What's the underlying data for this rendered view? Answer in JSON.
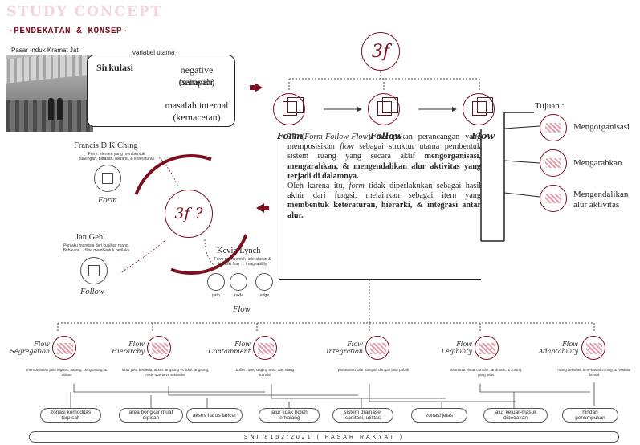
{
  "header": {
    "title": "STUDY CONCEPT",
    "subtitle": "-PENDEKATAN & KONSEP-"
  },
  "context": {
    "location_label": "Pasar Induk Kramat Jati",
    "variable_title": "variabel utama",
    "main_variable": "Sirkulasi",
    "effect_1_line1": "negative behavior",
    "effect_1_line2": "(sampah)",
    "effect_2_line1": "masalah internal",
    "effect_2_line2": "(kemacetan)"
  },
  "concept": {
    "symbol": "3f",
    "stages": [
      {
        "label": "Form"
      },
      {
        "label": "Follow"
      },
      {
        "label": "Flow"
      }
    ]
  },
  "description": {
    "p1_a": "3F (",
    "p1_b_italic": "Form-Follow-Flow",
    "p1_c": ") merupakan perancangan yang memposisikan ",
    "p1_d_italic": "flow",
    "p1_e": " sebagai struktur utama pembentuk sistem ruang yang secara aktif ",
    "p1_f_bold": "mengorganisasi, mengarahkan, & mengendalikan alur aktivitas yang terjadi di dalamnya.",
    "p2_a": "Oleh karena itu, ",
    "p2_b_italic": "form",
    "p2_c": " tidak diperlakukan sebagai hasil akhir dari fungsi, melainkan sebagai item yang ",
    "p2_d_bold": "membentuk keteraturan, hierarki, & integrasi antar alur."
  },
  "tujuan": {
    "title": "Tujuan :",
    "items": [
      {
        "label": "Mengorganisasi"
      },
      {
        "label": "Mengarahkan"
      },
      {
        "label_line1": "Mengendalikan",
        "label_line2": "alur aktivitas"
      }
    ]
  },
  "theory": {
    "center_symbol": "3f ?",
    "refs": {
      "ching": {
        "name": "Francis D.K Ching",
        "desc_line1": "Form: elemen yang membentuk",
        "desc_line2": "hubungan, batasan, hierarki, & keteraturan",
        "label": "Form"
      },
      "gehl": {
        "name": "Jan Gehl",
        "desc_line1": "Perilaku manusia dari kualitas ruang.",
        "desc_line2": "Behavior → flow membentuk perilaku",
        "label": "Follow"
      },
      "lynch": {
        "name": "Kevin Lynch",
        "desc_line1": "Form membentuk keteraturan &",
        "desc_line2": "hierarki flow → imageability",
        "label": "Flow",
        "sub": [
          "path",
          "node",
          "edge"
        ]
      }
    }
  },
  "strategies": [
    {
      "title_line1": "Flow",
      "title_line2": "Segregation",
      "desc": "membedakan jalur logistik, barang, pengunjung, & utilitas"
    },
    {
      "title_line1": "Flow",
      "title_line2": "Hierarchy",
      "desc": "lebar jalur berbeda, akses langsung vs tidak langsung, node utama vs sekunder"
    },
    {
      "title_line1": "Flow",
      "title_line2": "Containment",
      "desc": "buffer zone, staging area, dan ruang transisi"
    },
    {
      "title_line1": "Flow",
      "title_line2": "Integration",
      "desc": "pemisahan jalur sampah dengan jalur publik"
    },
    {
      "title_line1": "Flow",
      "title_line2": "Legibility",
      "desc": "membuat visual corridor, landmark, & zoning yang jelas"
    },
    {
      "title_line1": "Flow",
      "title_line2": "Adaptability",
      "desc": "ruang fleksibel, time-based zoning, & modular layout"
    }
  ],
  "requirements": [
    {
      "line1": "zonasi komoditas",
      "line2": "terpisah"
    },
    {
      "line1": "area bongkar muat",
      "line2": "dipisah"
    },
    {
      "line1": "akses harus lancar",
      "line2": ""
    },
    {
      "line1": "jalur tidak boleh",
      "line2": "terhalang"
    },
    {
      "line1": "sistem drainase,",
      "line2": "sanitasi, utilitas"
    },
    {
      "line1": "zonasi jelas",
      "line2": ""
    },
    {
      "line1": "jalur keluar-masuk",
      "line2": "dibedakan"
    },
    {
      "line1": "hindari",
      "line2": "penumpukan"
    }
  ],
  "standard": "SNI 8152:2021 ( PASAR RAKYAT )",
  "colors": {
    "accent": "#7a1020",
    "title_tint": "#f3d6dd",
    "pattern": "#e89aa6"
  }
}
